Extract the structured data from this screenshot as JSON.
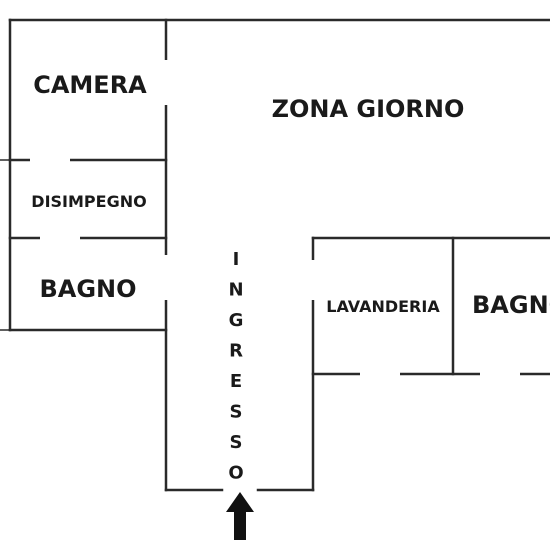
{
  "rooms": {
    "camera": "CAMERA",
    "zona_giorno": "ZONA GIORNO",
    "disimpegno": "DISIMPEGNO",
    "bagno_left": "BAGNO",
    "lavanderia": "LAVANDERIA",
    "bagno_right": "BAGNO"
  },
  "ingresso": [
    "I",
    "N",
    "G",
    "R",
    "E",
    "S",
    "S",
    "O"
  ],
  "icons": {
    "entrance": "arrow-up-icon"
  }
}
